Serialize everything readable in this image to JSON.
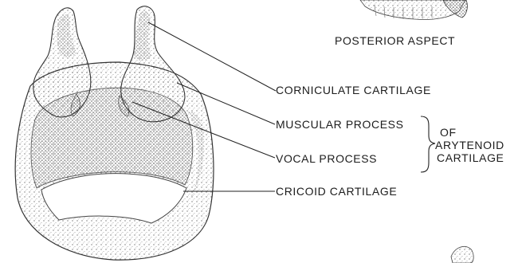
{
  "figure": {
    "icon_names": [
      "cricoid-cartilage-drawing",
      "arytenoid-cartilage-drawing",
      "posterior-aspect-thumbnail"
    ],
    "labels": {
      "posterior_aspect": "POSTERIOR ASPECT",
      "corniculate": "CORNICULATE CARTILAGE",
      "muscular": "MUSCULAR PROCESS",
      "vocal": "VOCAL PROCESS",
      "of": "OF",
      "arytenoid": "ARYTENOID",
      "cartilage": "CARTILAGE",
      "cricoid": "CRICOID CARTILAGE"
    }
  }
}
